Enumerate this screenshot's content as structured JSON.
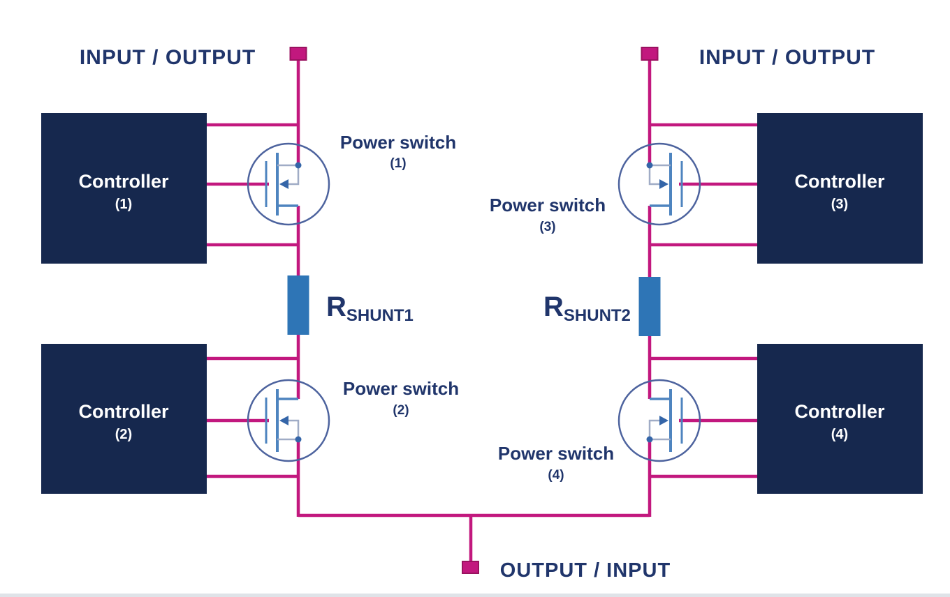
{
  "terminals": {
    "top_left": "INPUT / OUTPUT",
    "top_right": "INPUT / OUTPUT",
    "bottom": "OUTPUT / INPUT"
  },
  "controllers": [
    {
      "label": "Controller",
      "number": "(1)"
    },
    {
      "label": "Controller",
      "number": "(2)"
    },
    {
      "label": "Controller",
      "number": "(3)"
    },
    {
      "label": "Controller",
      "number": "(4)"
    }
  ],
  "power_switches": [
    {
      "label": "Power switch",
      "number": "(1)"
    },
    {
      "label": "Power switch",
      "number": "(2)"
    },
    {
      "label": "Power switch",
      "number": "(3)"
    },
    {
      "label": "Power switch",
      "number": "(4)"
    }
  ],
  "shunt_resistors": [
    {
      "symbol": "R",
      "subscript": "SHUNT1"
    },
    {
      "symbol": "R",
      "subscript": "SHUNT2"
    }
  ],
  "colors": {
    "wire_magenta": "#C2187E",
    "controller_box_navy": "#16284E",
    "label_navy": "#20356B",
    "shunt_blue": "#2E75B6",
    "mosfet_circle_blue": "#4D639E",
    "mosfet_line_blue": "#4E84BF",
    "mosfet_connector_gray": "#A0ACC6",
    "mosfet_dot_blue": "#3465A8",
    "background": "#FFFFFF"
  }
}
